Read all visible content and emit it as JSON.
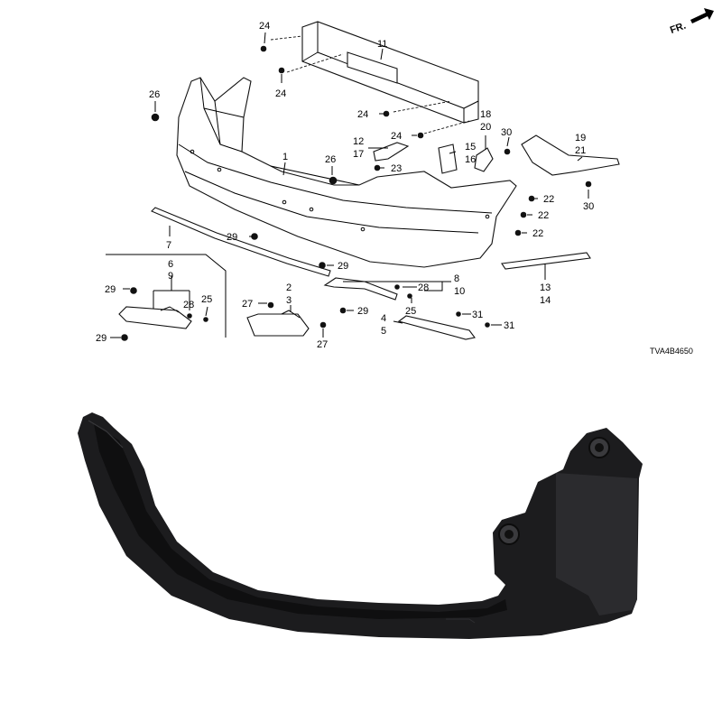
{
  "direction_label": "FR.",
  "diagram_code": "TVA4B4650",
  "callouts": {
    "c1": "1",
    "c2": "2",
    "c3": "3",
    "c4": "4",
    "c5": "5",
    "c6": "6",
    "c7": "7",
    "c8": "8",
    "c9": "9",
    "c10": "10",
    "c11": "11",
    "c12": "12",
    "c13": "13",
    "c14": "14",
    "c15": "15",
    "c16": "16",
    "c17": "17",
    "c18": "18",
    "c19": "19",
    "c20": "20",
    "c21": "21",
    "c22": "22",
    "c23": "23",
    "c24": "24",
    "c25": "25",
    "c26": "26",
    "c27": "27",
    "c28": "28",
    "c29": "29",
    "c30": "30",
    "c31": "31"
  },
  "colors": {
    "ink": "#000000",
    "part_black": "#1c1c1e",
    "background": "#ffffff"
  }
}
